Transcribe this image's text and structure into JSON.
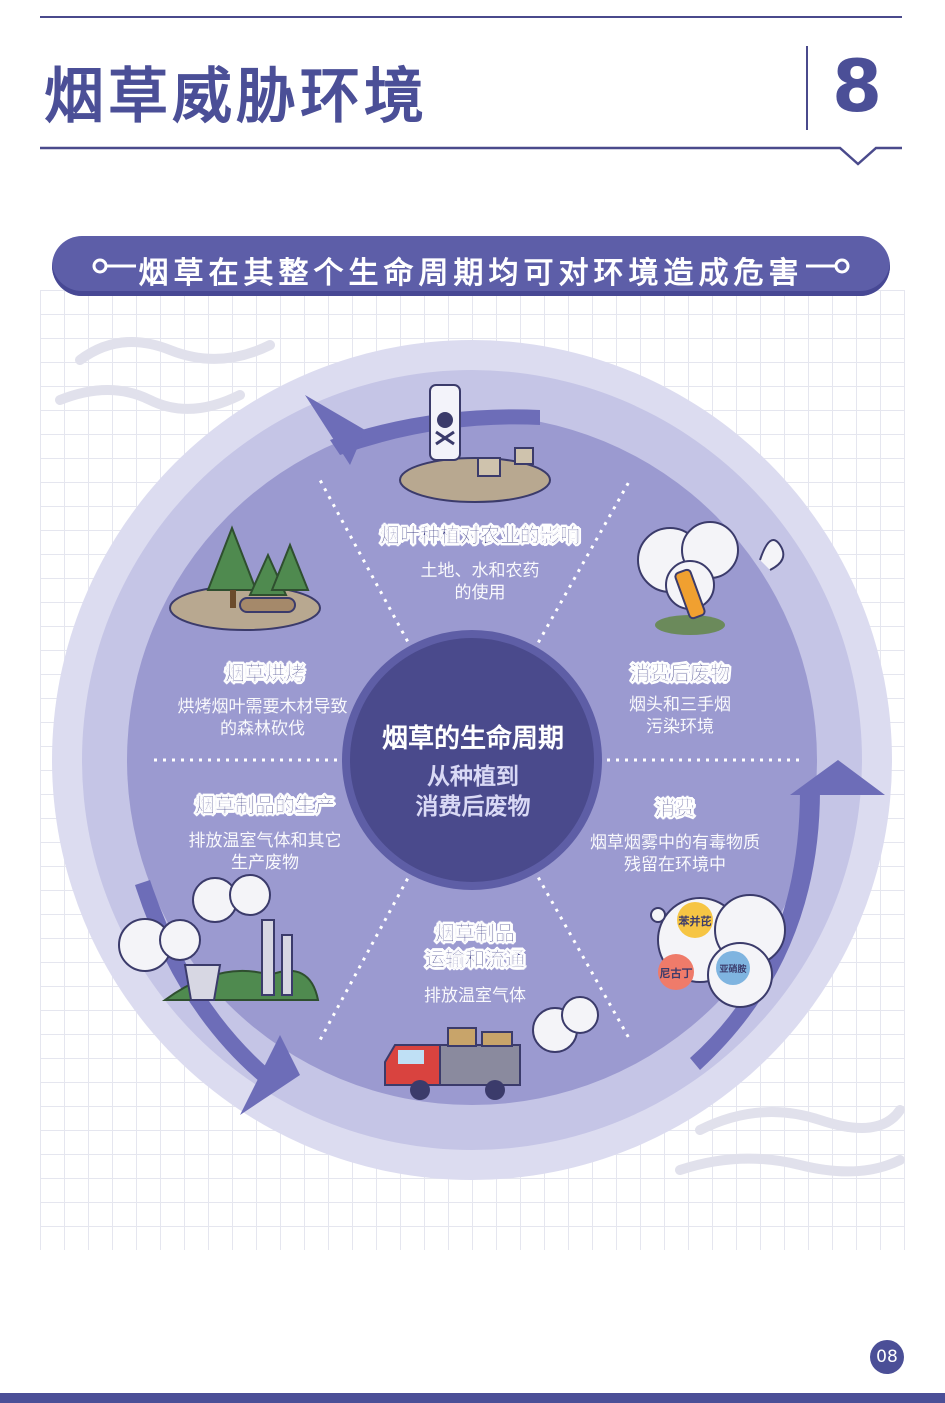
{
  "header": {
    "title": "烟草威胁环境",
    "page_number": "8"
  },
  "banner": {
    "text": "烟草在其整个生命周期均可对环境造成危害"
  },
  "center": {
    "title": "烟草的生命周期",
    "subtitle_line1": "从种植到",
    "subtitle_line2": "消费后废物"
  },
  "segments": [
    {
      "title": "烟叶种植对农业的影响",
      "desc_line1": "土地、水和农药",
      "desc_line2": "的使用"
    },
    {
      "title": "消费后废物",
      "desc_line1": "烟头和三手烟",
      "desc_line2": "污染环境"
    },
    {
      "title": "消费",
      "desc_line1": "烟草烟雾中的有毒物质",
      "desc_line2": "残留在环境中"
    },
    {
      "title_line1": "烟草制品",
      "title_line2": "运输和流通",
      "desc_line1": "排放温室气体"
    },
    {
      "title": "烟草制品的生产",
      "desc_line1": "排放温室气体和其它",
      "desc_line2": "生产废物"
    },
    {
      "title": "烟草烘烤",
      "desc_line1": "烘烤烟叶需要木材导致",
      "desc_line2": "的森林砍伐"
    }
  ],
  "chemicals": [
    "苯并芘",
    "尼古丁",
    "亚硝胺"
  ],
  "footer": {
    "page_badge": "08"
  },
  "colors": {
    "primary": "#4b4f97",
    "circle": "#9b9ad0",
    "inner_circle": "#4a4a8c",
    "ring": "#c7c7e8",
    "arrow": "#6d6db8"
  }
}
